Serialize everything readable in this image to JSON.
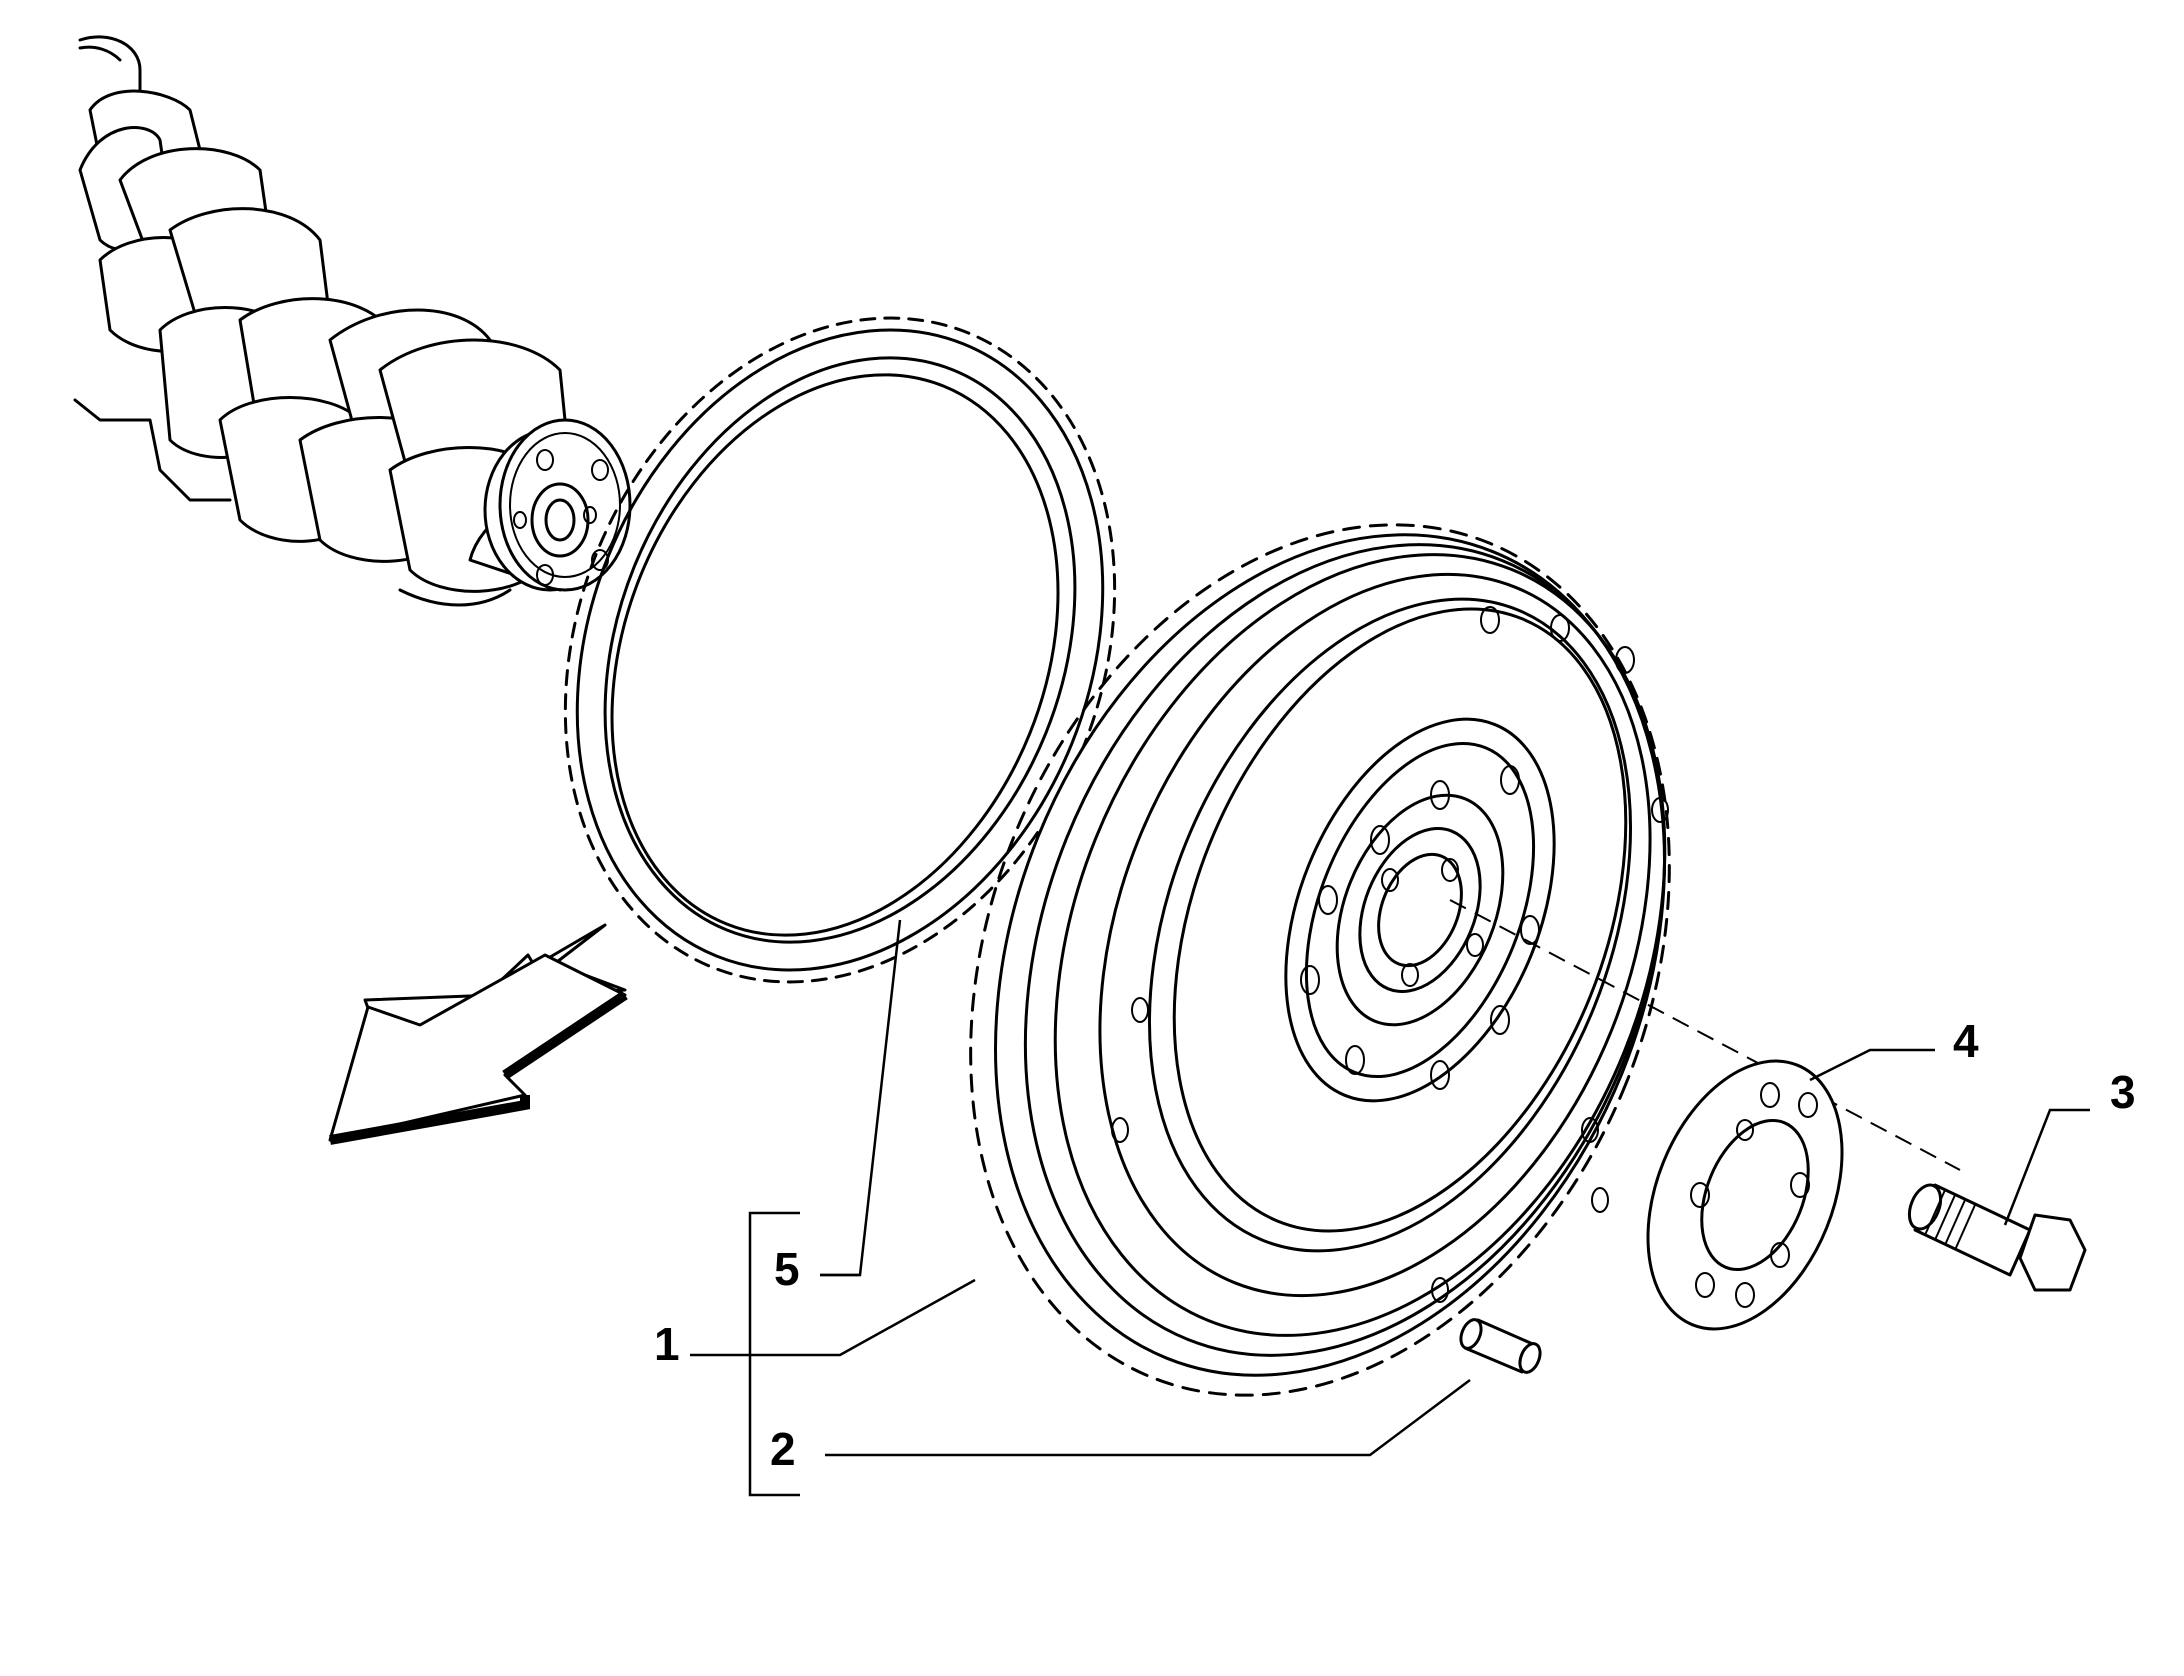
{
  "diagram": {
    "callouts": [
      {
        "id": "label-1",
        "text": "1"
      },
      {
        "id": "label-2",
        "text": "2"
      },
      {
        "id": "label-3",
        "text": "3"
      },
      {
        "id": "label-4",
        "text": "4"
      },
      {
        "id": "label-5",
        "text": "5"
      }
    ],
    "parts": [
      {
        "ref": "1",
        "name": "flywheel"
      },
      {
        "ref": "2",
        "name": "dowel-pin"
      },
      {
        "ref": "3",
        "name": "bolt"
      },
      {
        "ref": "4",
        "name": "washer-plate"
      },
      {
        "ref": "5",
        "name": "ring-gear"
      }
    ],
    "colors": {
      "line": "#000000",
      "background": "#ffffff"
    }
  }
}
